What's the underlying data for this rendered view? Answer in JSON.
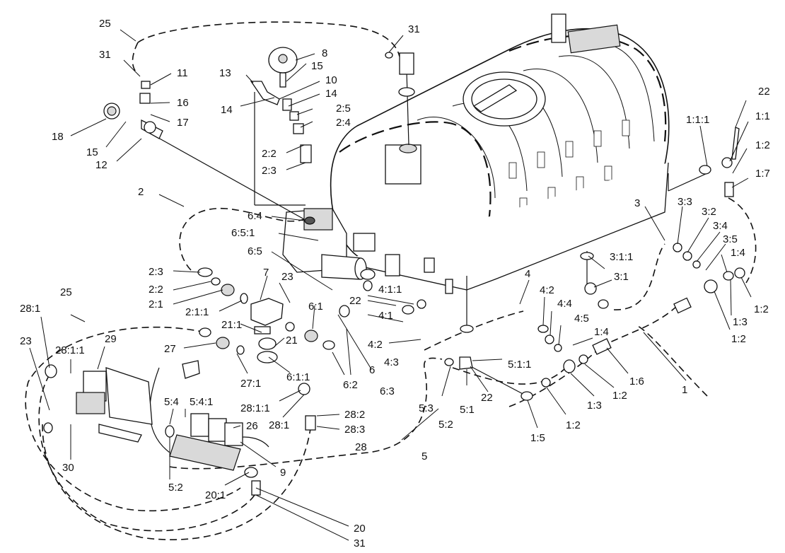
{
  "diagram": {
    "callouts": [
      {
        "id": "c-25-top",
        "text": "25"
      },
      {
        "id": "c-31-top-left",
        "text": "31"
      },
      {
        "id": "c-11",
        "text": "11"
      },
      {
        "id": "c-16",
        "text": "16"
      },
      {
        "id": "c-17",
        "text": "17"
      },
      {
        "id": "c-18",
        "text": "18"
      },
      {
        "id": "c-15-left",
        "text": "15"
      },
      {
        "id": "c-12",
        "text": "12"
      },
      {
        "id": "c-8",
        "text": "8"
      },
      {
        "id": "c-13",
        "text": "13"
      },
      {
        "id": "c-15-mid",
        "text": "15"
      },
      {
        "id": "c-10",
        "text": "10"
      },
      {
        "id": "c-14-right",
        "text": "14"
      },
      {
        "id": "c-14-left",
        "text": "14"
      },
      {
        "id": "c-2-5",
        "text": "2:5"
      },
      {
        "id": "c-2-4",
        "text": "2:4"
      },
      {
        "id": "c-2-2-top",
        "text": "2:2"
      },
      {
        "id": "c-2-3-top",
        "text": "2:3"
      },
      {
        "id": "c-31-top-mid",
        "text": "31"
      },
      {
        "id": "c-2",
        "text": "2"
      },
      {
        "id": "c-6-4",
        "text": "6:4"
      },
      {
        "id": "c-6-5-1",
        "text": "6:5:1"
      },
      {
        "id": "c-6-5",
        "text": "6:5"
      },
      {
        "id": "c-2-3",
        "text": "2:3"
      },
      {
        "id": "c-2-2",
        "text": "2:2"
      },
      {
        "id": "c-2-1",
        "text": "2:1"
      },
      {
        "id": "c-2-1-1",
        "text": "2:1:1"
      },
      {
        "id": "c-7",
        "text": "7"
      },
      {
        "id": "c-23-mid",
        "text": "23"
      },
      {
        "id": "c-6-1",
        "text": "6:1"
      },
      {
        "id": "c-22-mid",
        "text": "22"
      },
      {
        "id": "c-4-1-1",
        "text": "4:1:1"
      },
      {
        "id": "c-4-1",
        "text": "4:1"
      },
      {
        "id": "c-4-2-left",
        "text": "4:2"
      },
      {
        "id": "c-4-3",
        "text": "4:3"
      },
      {
        "id": "c-21-1",
        "text": "21:1"
      },
      {
        "id": "c-21",
        "text": "21"
      },
      {
        "id": "c-27",
        "text": "27"
      },
      {
        "id": "c-27-1",
        "text": "27:1"
      },
      {
        "id": "c-6-1-1",
        "text": "6:1:1"
      },
      {
        "id": "c-6-2",
        "text": "6:2"
      },
      {
        "id": "c-6",
        "text": "6"
      },
      {
        "id": "c-6-3",
        "text": "6:3"
      },
      {
        "id": "c-28-1-1-mid",
        "text": "28:1:1"
      },
      {
        "id": "c-28-1-mid",
        "text": "28:1"
      },
      {
        "id": "c-28-2",
        "text": "28:2"
      },
      {
        "id": "c-28-3",
        "text": "28:3"
      },
      {
        "id": "c-28",
        "text": "28"
      },
      {
        "id": "c-25-left",
        "text": "25"
      },
      {
        "id": "c-28-1-left",
        "text": "28:1"
      },
      {
        "id": "c-28-1-1-left",
        "text": "28:1:1"
      },
      {
        "id": "c-29",
        "text": "29"
      },
      {
        "id": "c-23-left",
        "text": "23"
      },
      {
        "id": "c-30",
        "text": "30"
      },
      {
        "id": "c-5-4",
        "text": "5:4"
      },
      {
        "id": "c-5-4-1",
        "text": "5:4:1"
      },
      {
        "id": "c-26",
        "text": "26"
      },
      {
        "id": "c-9",
        "text": "9"
      },
      {
        "id": "c-5-2-left",
        "text": "5:2"
      },
      {
        "id": "c-20-1",
        "text": "20:1"
      },
      {
        "id": "c-20",
        "text": "20"
      },
      {
        "id": "c-31-bottom",
        "text": "31"
      },
      {
        "id": "c-5",
        "text": "5"
      },
      {
        "id": "c-5-3",
        "text": "5:3"
      },
      {
        "id": "c-5-2",
        "text": "5:2"
      },
      {
        "id": "c-5-1",
        "text": "5:1"
      },
      {
        "id": "c-22-bottom",
        "text": "22"
      },
      {
        "id": "c-5-1-1",
        "text": "5:1:1"
      },
      {
        "id": "c-4",
        "text": "4"
      },
      {
        "id": "c-4-2",
        "text": "4:2"
      },
      {
        "id": "c-4-4",
        "text": "4:4"
      },
      {
        "id": "c-4-5",
        "text": "4:5"
      },
      {
        "id": "c-1-4-mid",
        "text": "1:4"
      },
      {
        "id": "c-1-5",
        "text": "1:5"
      },
      {
        "id": "c-1-2-b1",
        "text": "1:2"
      },
      {
        "id": "c-1-3-b",
        "text": "1:3"
      },
      {
        "id": "c-1-2-b2",
        "text": "1:2"
      },
      {
        "id": "c-1-6",
        "text": "1:6"
      },
      {
        "id": "c-1",
        "text": "1"
      },
      {
        "id": "c-1-2-r1",
        "text": "1:2"
      },
      {
        "id": "c-1-3-r",
        "text": "1:3"
      },
      {
        "id": "c-1-2-r2",
        "text": "1:2"
      },
      {
        "id": "c-3",
        "text": "3"
      },
      {
        "id": "c-3-3",
        "text": "3:3"
      },
      {
        "id": "c-3-2",
        "text": "3:2"
      },
      {
        "id": "c-3-4",
        "text": "3:4"
      },
      {
        "id": "c-3-5",
        "text": "3:5"
      },
      {
        "id": "c-1-4-r",
        "text": "1:4"
      },
      {
        "id": "c-3-1-1",
        "text": "3:1:1"
      },
      {
        "id": "c-3-1",
        "text": "3:1"
      },
      {
        "id": "c-22-right",
        "text": "22"
      },
      {
        "id": "c-1-1-1",
        "text": "1:1:1"
      },
      {
        "id": "c-1-1",
        "text": "1:1"
      },
      {
        "id": "c-1-2-top",
        "text": "1:2"
      },
      {
        "id": "c-1-7",
        "text": "1:7"
      }
    ]
  }
}
